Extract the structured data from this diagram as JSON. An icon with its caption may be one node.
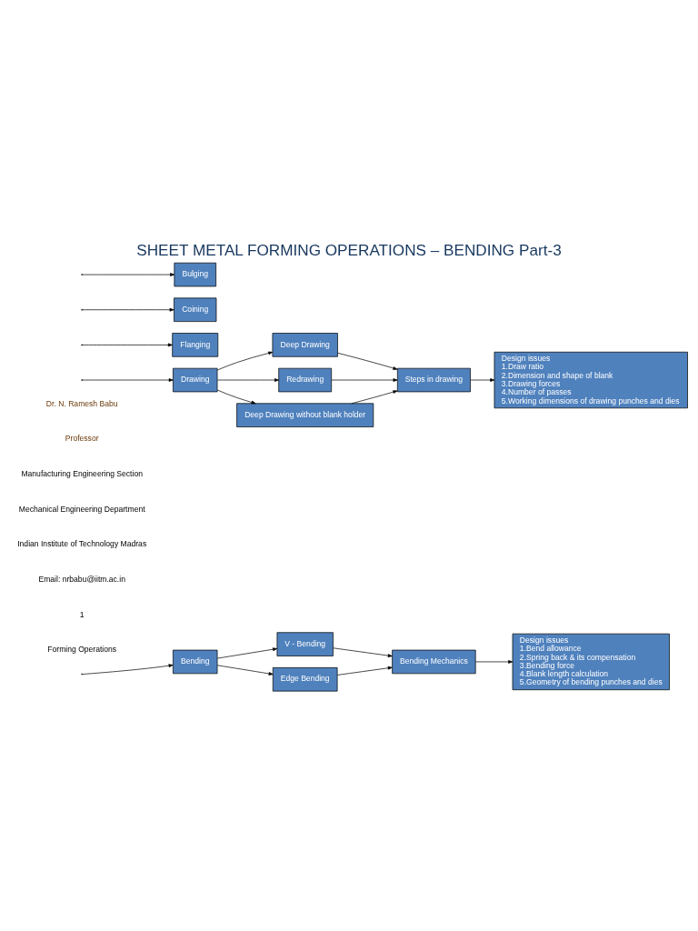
{
  "diagram": {
    "title": "SHEET METAL FORMING OPERATIONS – BENDING Part-3",
    "nodes": [
      {
        "text": [
          "Bending"
        ]
      },
      {
        "text": [
          "V - Bending"
        ]
      },
      {
        "text": [
          "Edge Bending"
        ]
      },
      {
        "text": [
          "Bending Mechanics"
        ]
      },
      {
        "text": [
          "Design issues",
          "1.Bend allowance",
          "2.Spring back & its compensation",
          "3.Bending force",
          "4.Blank length calculation",
          "5.Geometry of bending punches and dies"
        ]
      },
      {
        "text": [
          "Drawing"
        ]
      },
      {
        "text": [
          "Deep Drawing"
        ]
      },
      {
        "text": [
          "Redrawing"
        ]
      },
      {
        "text": [
          "Deep Drawing without blank holder"
        ]
      },
      {
        "text": [
          "Steps in drawing"
        ]
      },
      {
        "text": [
          "Design issues",
          "1.Draw ratio",
          "2.Dimension and shape of blank",
          "3.Drawing forces",
          "4.Number of passes",
          "5.Working dimensions of drawing punches and dies"
        ]
      },
      {
        "text": [
          "Flanging"
        ]
      },
      {
        "text": [
          "Coining"
        ]
      },
      {
        "text": [
          "Bulging"
        ]
      }
    ],
    "edges": [
      {
        "from": null,
        "to": 0,
        "arrow": "to"
      },
      {
        "from": 0,
        "to": 1,
        "arrow": "to"
      },
      {
        "from": 0,
        "to": 2,
        "arrow": "to"
      },
      {
        "from": 1,
        "to": 3,
        "arrow": "to"
      },
      {
        "from": 2,
        "to": 3,
        "arrow": "to"
      },
      {
        "from": 3,
        "to": 4,
        "arrow": "to"
      },
      {
        "from": null,
        "to": 5,
        "arrow": "to"
      },
      {
        "from": 5,
        "to": 6,
        "arrow": "to"
      },
      {
        "from": 5,
        "to": 7,
        "arrow": "to"
      },
      {
        "from": 5,
        "to": 8,
        "arrow": "to"
      },
      {
        "from": 6,
        "to": 9,
        "arrow": "to"
      },
      {
        "from": 7,
        "to": 9,
        "arrow": "to"
      },
      {
        "from": 8,
        "to": 9,
        "arrow": "to"
      },
      {
        "from": 9,
        "to": 10,
        "arrow": "to"
      },
      {
        "from": null,
        "to": 11,
        "arrow": "to"
      },
      {
        "from": null,
        "to": 12,
        "arrow": "to"
      },
      {
        "from": null,
        "to": 13,
        "arrow": "to"
      }
    ],
    "labels": [
      "Dr. N. Ramesh Babu",
      "Professor",
      "Manufacturing Engineering Section",
      "Mechanical Engineering Department",
      "Indian Institute of Technology Madras",
      "Email: nrbabu@iitm.ac.in",
      "1",
      "Forming Operations"
    ]
  }
}
